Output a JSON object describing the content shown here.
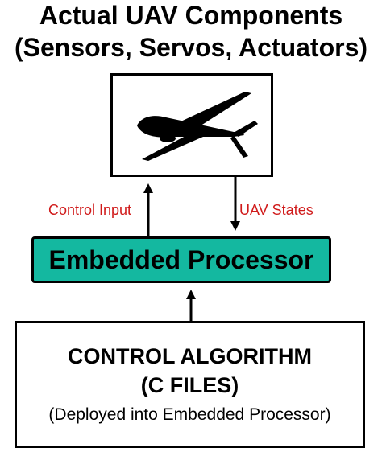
{
  "title": {
    "line1": "Actual UAV Components",
    "line2": "(Sensors, Servos, Actuators)"
  },
  "flows": {
    "control_input": "Control Input",
    "uav_states": "UAV States"
  },
  "processor": {
    "label": "Embedded Processor",
    "fill": "#14b8a0"
  },
  "algorithm": {
    "title_line1": "CONTROL ALGORITHM",
    "title_line2": "(C FILES)",
    "subtitle": "(Deployed into Embedded Processor)"
  },
  "colors": {
    "flow_label": "#d01a1a"
  },
  "icons": {
    "uav": "uav-silhouette-icon"
  }
}
